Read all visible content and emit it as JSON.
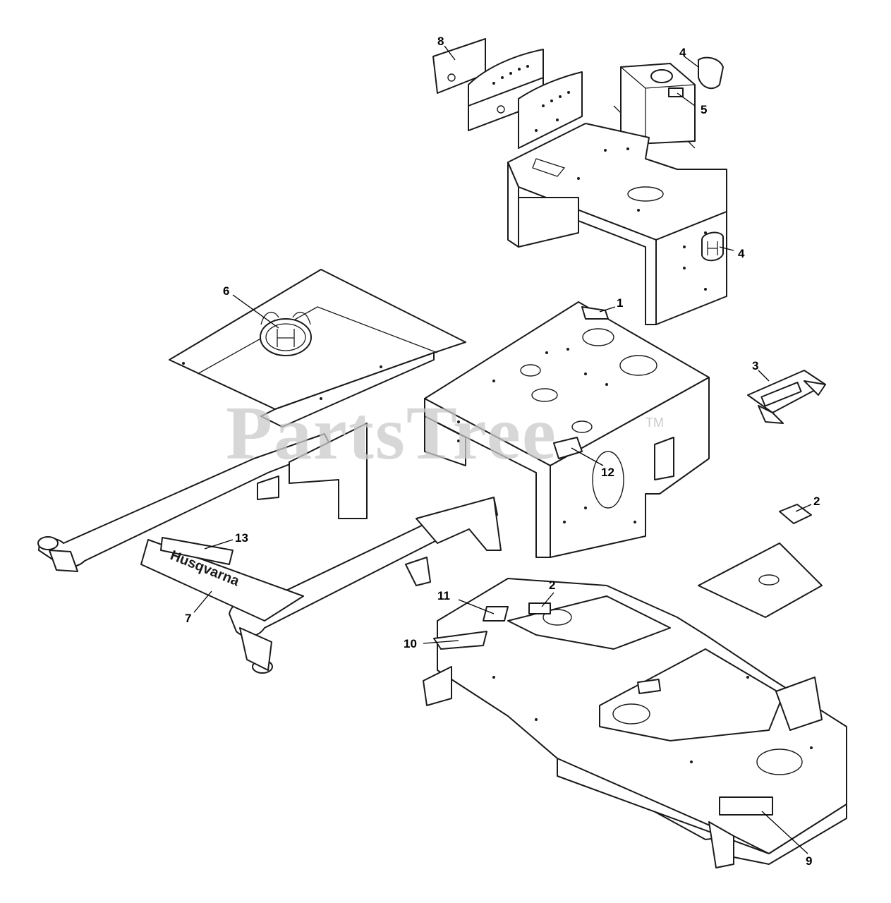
{
  "watermark": {
    "text": "PartsTree",
    "tm": "TM"
  },
  "decal_text": {
    "brand": "Husqvarna"
  },
  "callouts": [
    {
      "label": "8"
    },
    {
      "label": "4"
    },
    {
      "label": "5"
    },
    {
      "label": "4"
    },
    {
      "label": "6"
    },
    {
      "label": "1"
    },
    {
      "label": "3"
    },
    {
      "label": "12"
    },
    {
      "label": "2"
    },
    {
      "label": "13"
    },
    {
      "label": "2"
    },
    {
      "label": "11"
    },
    {
      "label": "7"
    },
    {
      "label": "10"
    },
    {
      "label": "9"
    }
  ],
  "colors": {
    "line": "#1a1a1a",
    "watermark": "#c9c9c9",
    "background": "#ffffff"
  },
  "icons": [
    "husqvarna-logo-icon"
  ]
}
